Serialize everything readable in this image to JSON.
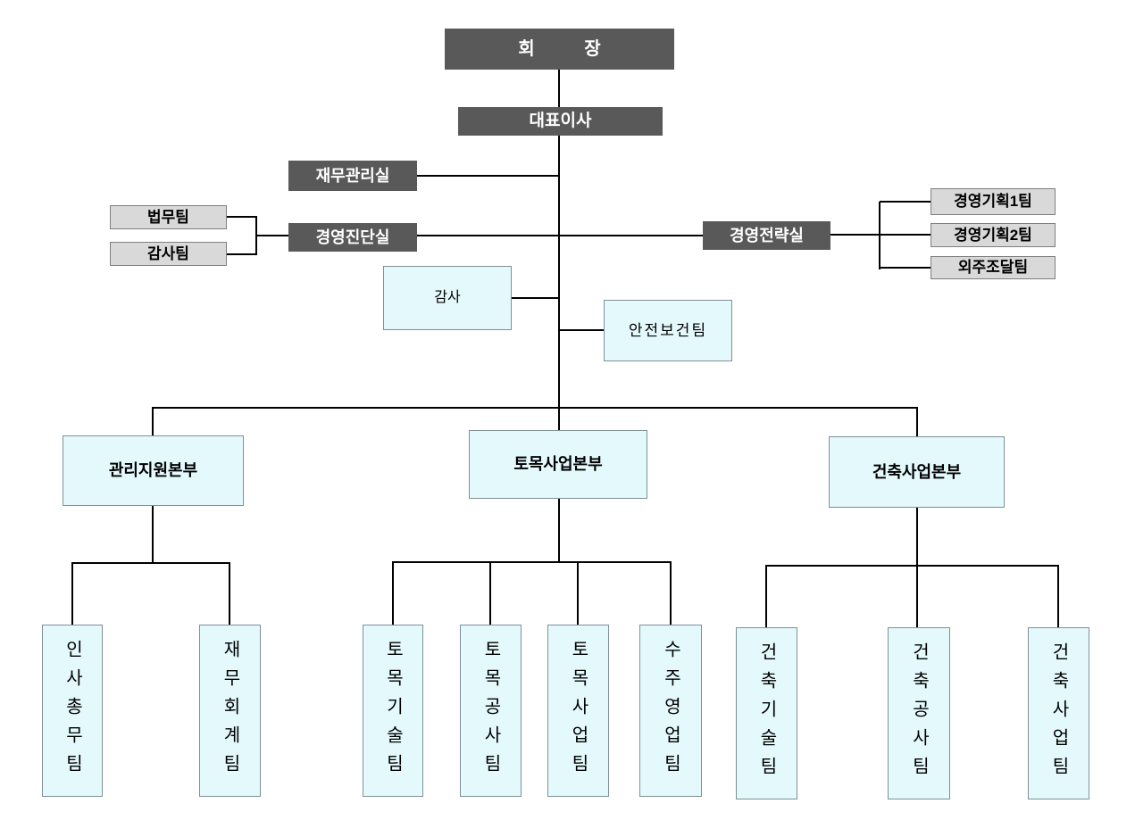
{
  "diagram": {
    "type": "organization-chart",
    "nodes": {
      "chairman": {
        "label": "회          장"
      },
      "ceo": {
        "label": "대표이사"
      },
      "finance_mgmt_office": {
        "label": "재무관리실"
      },
      "mgmt_diagnosis_office": {
        "label": "경영진단실"
      },
      "mgmt_strategy_office": {
        "label": "경영전략실"
      },
      "legal_team": {
        "label": "법무팀"
      },
      "audit_dept_team": {
        "label": "감사팀"
      },
      "planning_team_1": {
        "label": "경영기획1팀"
      },
      "planning_team_2": {
        "label": "경영기획2팀"
      },
      "outsourcing_team": {
        "label": "외주조달팀"
      },
      "auditor": {
        "label": "감사"
      },
      "safety_health_team": {
        "label": "안전보건팀"
      },
      "mgmt_support_div": {
        "label": "관리지원본부"
      },
      "civil_div": {
        "label": "토목사업본부"
      },
      "arch_div": {
        "label": "건축사업본부"
      },
      "hr_ga_team": {
        "label": "인사총무팀"
      },
      "fin_acct_team": {
        "label": "재무회계팀"
      },
      "civil_tech_team": {
        "label": "토목기술팀"
      },
      "civil_constr_team": {
        "label": "토목공사팀"
      },
      "civil_biz_team": {
        "label": "토목사업팀"
      },
      "order_sales_team": {
        "label": "수주영업팀"
      },
      "arch_tech_team": {
        "label": "건축기술팀"
      },
      "arch_constr_team": {
        "label": "건축공사팀"
      },
      "arch_biz_team": {
        "label": "건축사업팀"
      }
    },
    "colors": {
      "executive_box": "#595959",
      "executive_text": "#ffffff",
      "staff_box_fill": "#d9d9d9",
      "staff_box_border": "#7f7f7f",
      "unit_box_fill": "#e4f9fc",
      "unit_box_border": "#7f9097",
      "connector": "#000000",
      "background": "#ffffff"
    }
  }
}
